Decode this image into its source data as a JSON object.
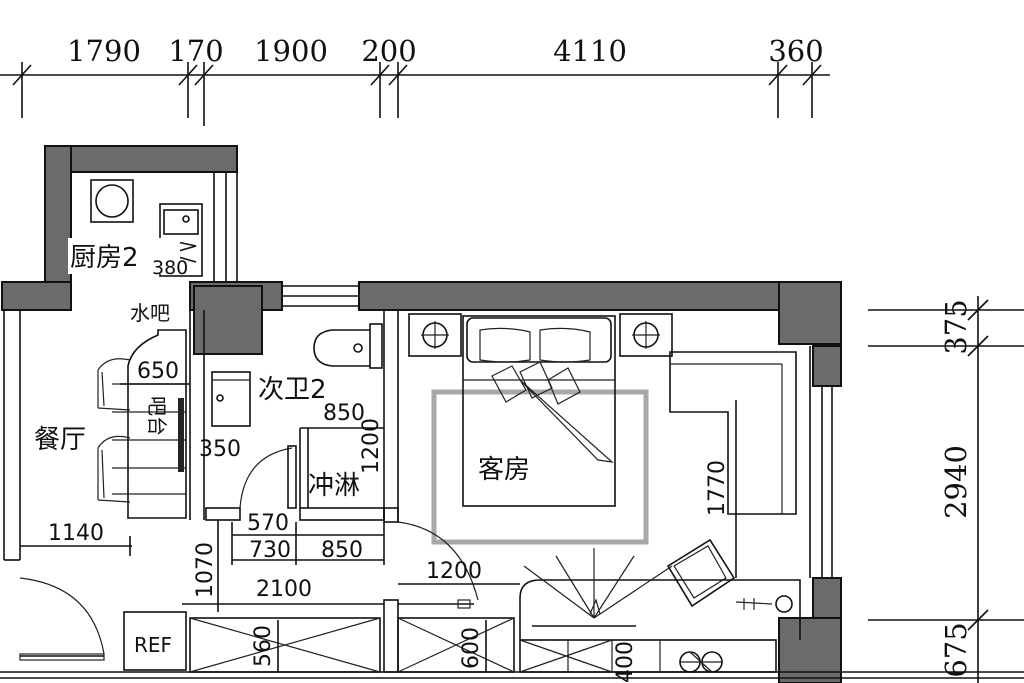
{
  "top_dimensions": [
    "1790",
    "170",
    "1900",
    "200",
    "4110",
    "360"
  ],
  "right_dimensions": [
    "375",
    "2940",
    "675"
  ],
  "inner_dimensions": {
    "kitchen_380": "380",
    "bar_650": "650",
    "bar_350": "350",
    "dining_1140": "1140",
    "shower_850_top": "850",
    "shower_1200_v": "1200",
    "gap_570": "570",
    "gap_730": "730",
    "gap_850": "850",
    "corridor_2100": "2100",
    "corridor_1070": "1070",
    "door_1200": "1200",
    "sofa_1770": "1770",
    "cab_560": "560",
    "cab_600": "600",
    "cab_400": "400"
  },
  "rooms": {
    "kitchen": "厨房2",
    "water_bar": "水吧",
    "dining": "餐厅",
    "bathroom": "次卫2",
    "shower": "冲淋",
    "guest_room": "客房",
    "bar_text": "吧台",
    "fridge": "REF"
  }
}
